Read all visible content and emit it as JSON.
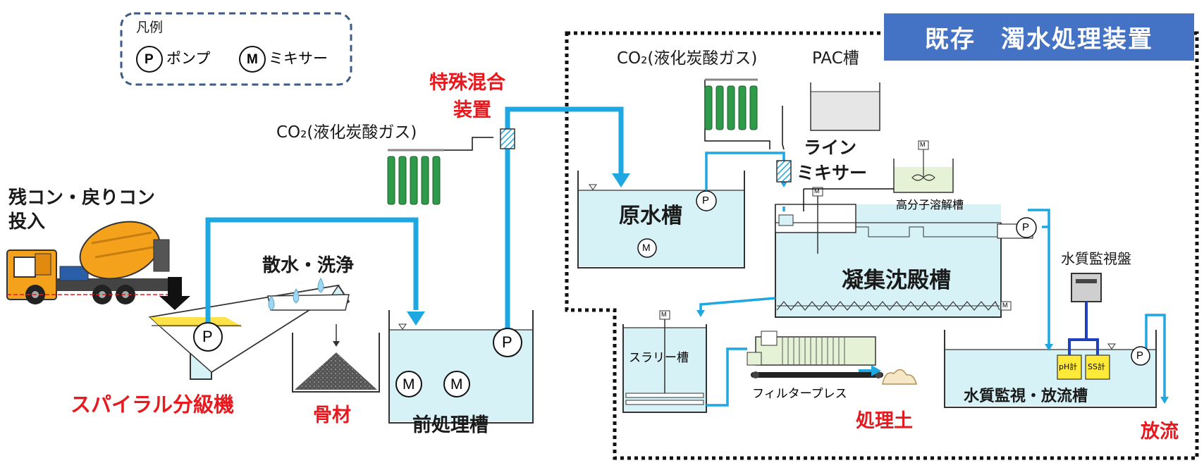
{
  "legend": {
    "title": "凡例",
    "pump_symbol": "P",
    "pump_label": "ポンプ",
    "mixer_symbol": "M",
    "mixer_label": "ミキサー"
  },
  "banner": {
    "title": "既存　濁水処理装置"
  },
  "labels": {
    "input": "残コン・戻りコン",
    "input2": "投入",
    "sprinkle": "散水・洗浄",
    "spiral": "スパイラル分級機",
    "aggregate": "骨材",
    "pretreat": "前処理槽",
    "special_mix_1": "特殊混合",
    "special_mix_2": "装置",
    "co2_left": "CO₂(液化炭酸ガス)",
    "co2_right": "CO₂(液化炭酸ガス)",
    "pac": "PAC槽",
    "line_mixer_1": "ライン",
    "line_mixer_2": "ミキサー",
    "raw_tank": "原水槽",
    "polymer": "高分子溶解槽",
    "coag": "凝集沈殿槽",
    "slurry": "スラリー槽",
    "filter": "フィルタープレス",
    "treated_soil": "処理土",
    "monitor_panel": "水質監視盤",
    "monitor_tank": "水質監視・放流槽",
    "discharge": "放流",
    "ph": "pH計",
    "ss": "SS計",
    "m_small": "M"
  },
  "colors": {
    "pipe": "#1ea7e1",
    "water": "#d6f2f7",
    "tank_line": "#333333",
    "red": "#e8191e",
    "banner": "#4472c4",
    "cylinder": "#2e9a4a",
    "sand": "#ffe24a",
    "truck": "#f4a21c",
    "legend_border": "#3b5a86",
    "meter": "#ffea3a",
    "monitor_wire": "#1f3fbf"
  }
}
